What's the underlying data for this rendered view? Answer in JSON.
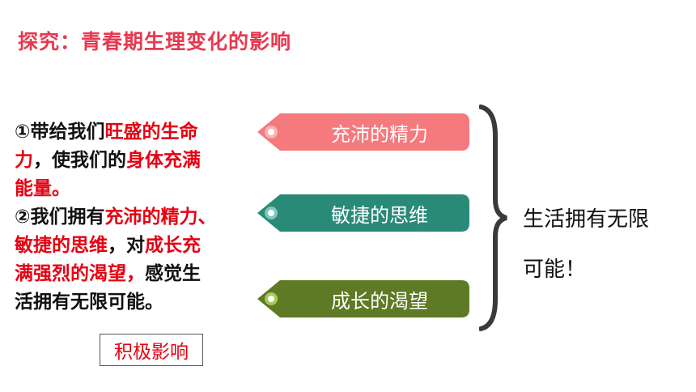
{
  "title": "探究：青春期生理变化的影响",
  "paragraph": {
    "line1": [
      {
        "text": "①带给我们",
        "red": false
      },
      {
        "text": "旺盛的生命",
        "red": true
      }
    ],
    "line2": [
      {
        "text": "力",
        "red": true
      },
      {
        "text": "，使我们的",
        "red": false
      },
      {
        "text": "身体充满",
        "red": true
      }
    ],
    "line3": [
      {
        "text": "能量。",
        "red": true
      }
    ],
    "line4": [
      {
        "text": "②我们拥有",
        "red": false
      },
      {
        "text": "充沛的精力、",
        "red": true
      }
    ],
    "line5": [
      {
        "text": "敏捷的思维",
        "red": true
      },
      {
        "text": "，对",
        "red": false
      },
      {
        "text": "成长充",
        "red": true
      }
    ],
    "line6": [
      {
        "text": "满强烈的渴望，",
        "red": true
      },
      {
        "text": "感觉生",
        "red": false
      }
    ],
    "line7": [
      {
        "text": "活拥有无限可能。",
        "red": false
      }
    ]
  },
  "tags": [
    {
      "label": "充沛的精力",
      "color": "#f47a7e",
      "dot": "#f9b2b4"
    },
    {
      "label": "敏捷的思维",
      "color": "#2a8a78",
      "dot": "#7dc9ba"
    },
    {
      "label": "成长的渴望",
      "color": "#5e7a24",
      "dot": "#a8c85a"
    }
  ],
  "result": {
    "line1": "生活拥有无限",
    "line2": "可能！"
  },
  "box_label": "积极影响",
  "colors": {
    "title": "#e8384f",
    "emphasis": "#e60012"
  }
}
